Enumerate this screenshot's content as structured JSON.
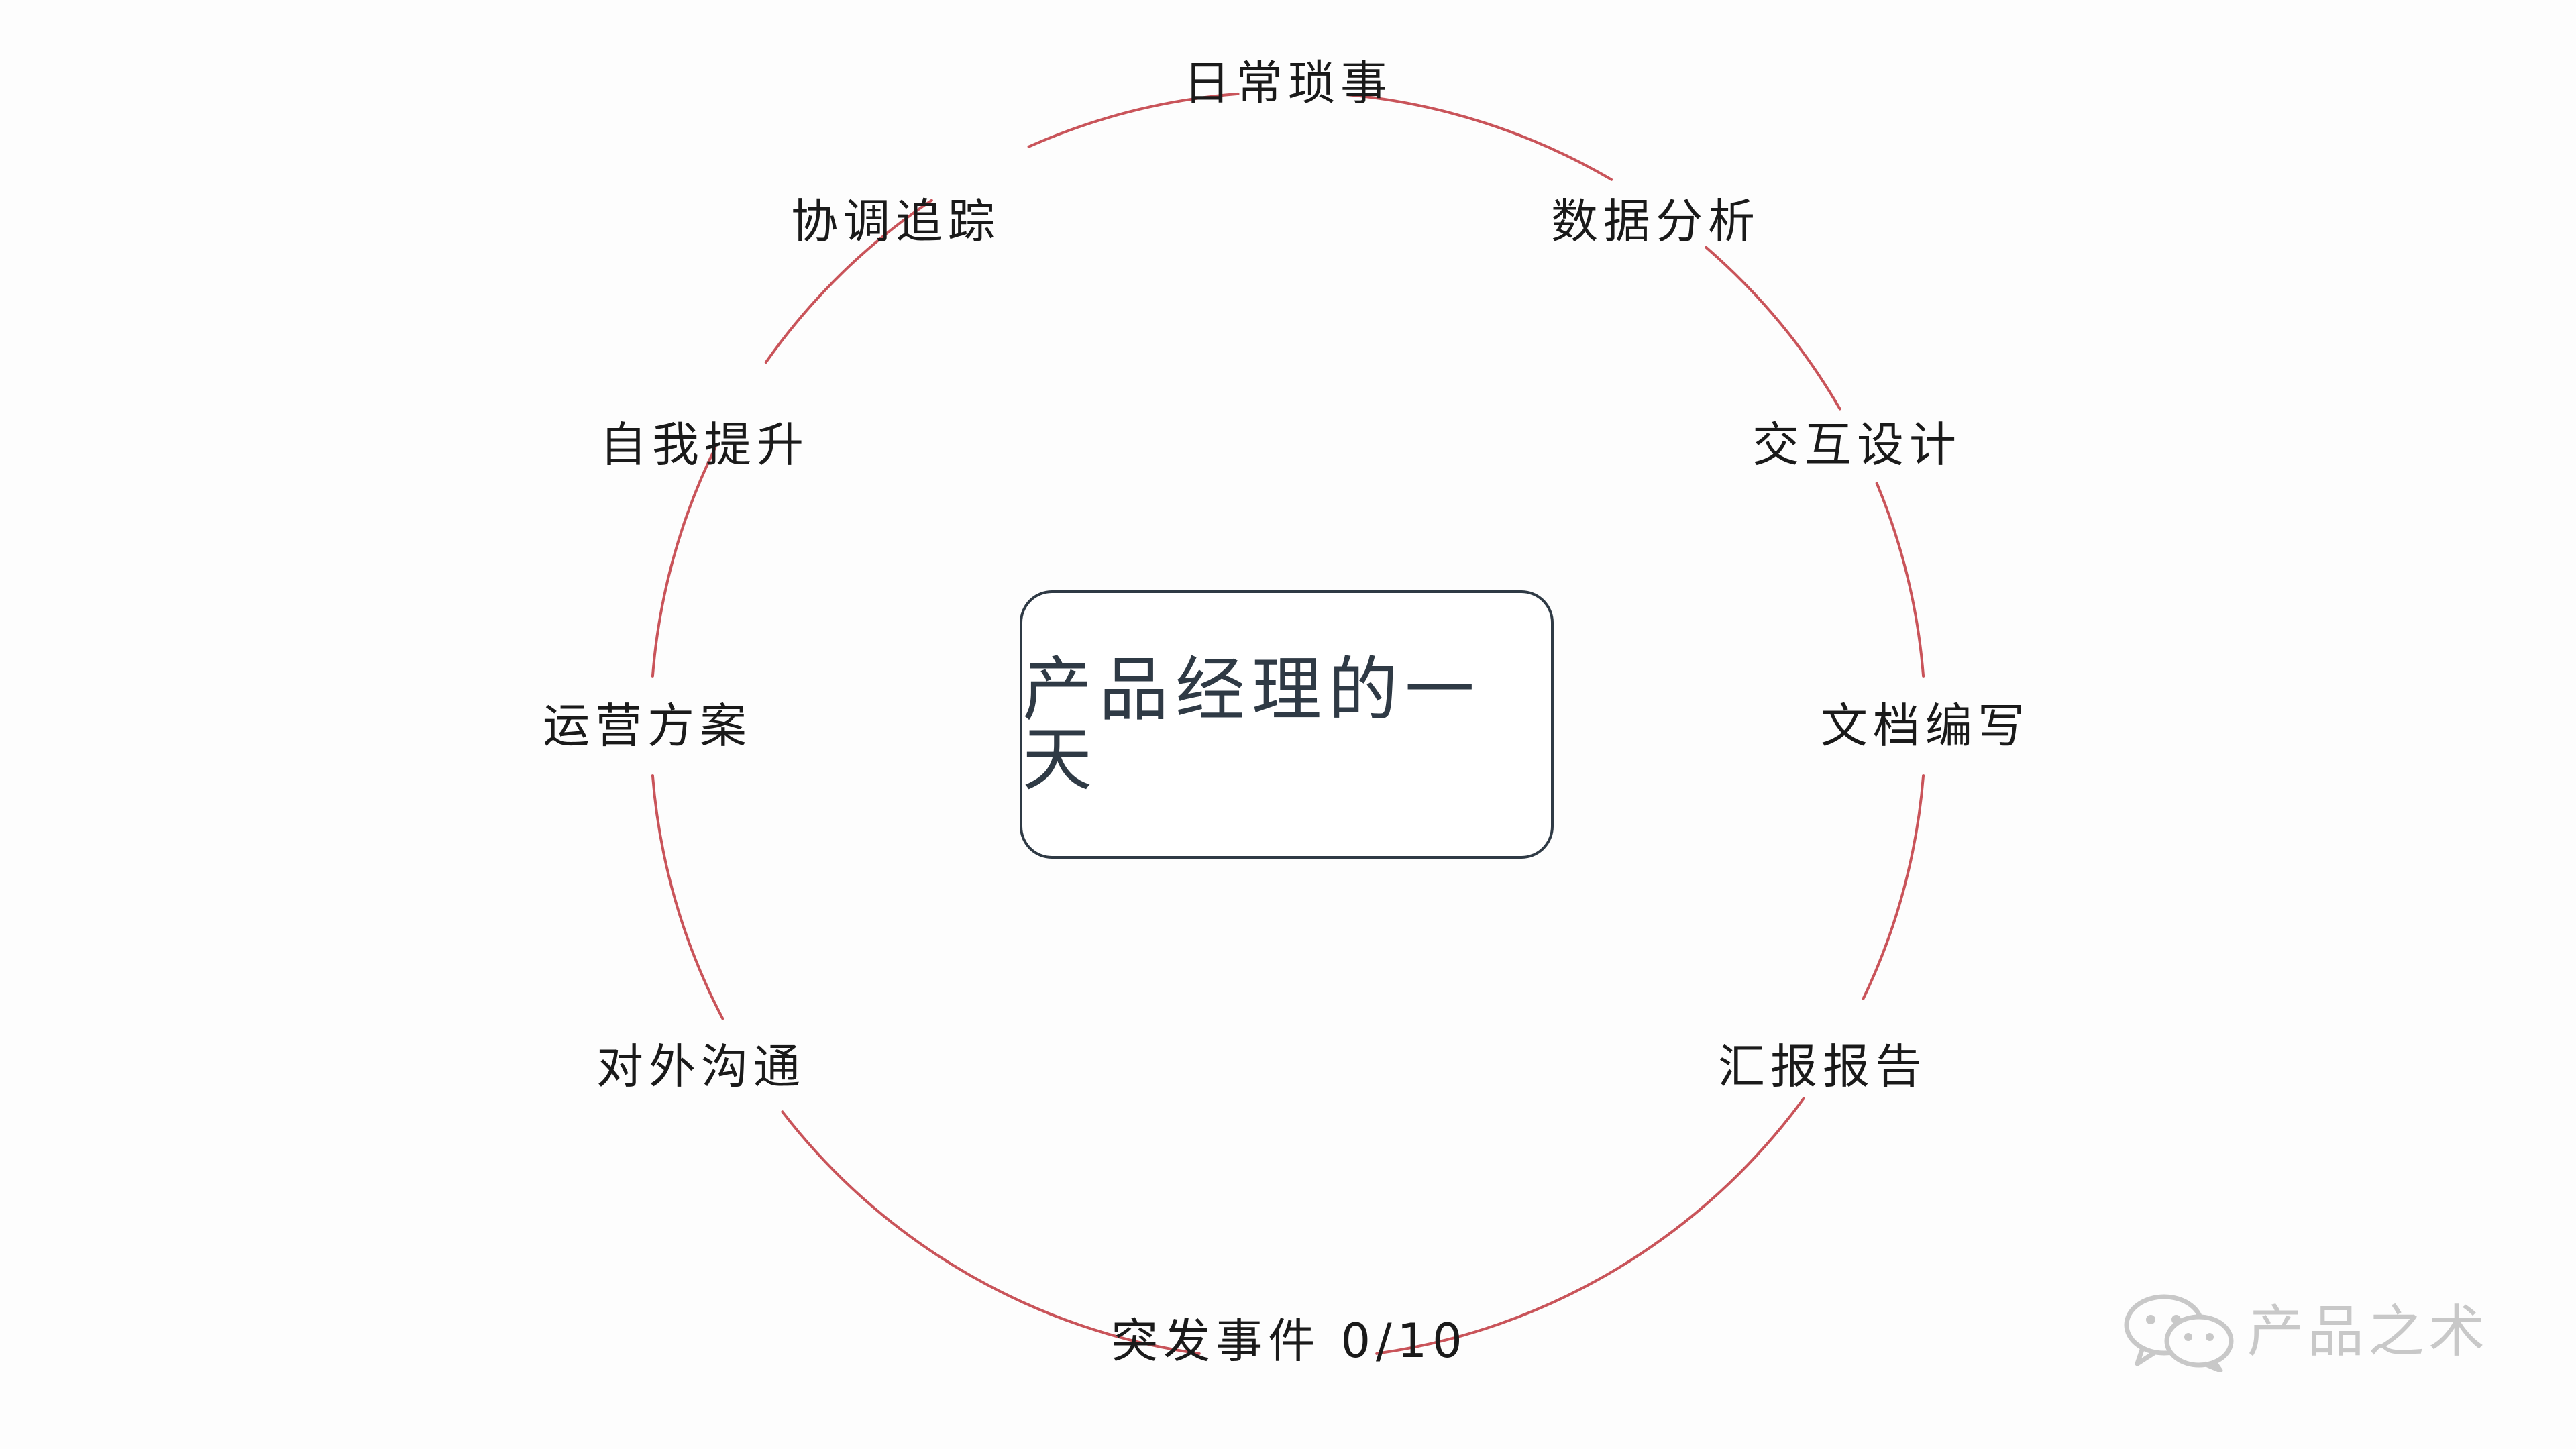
{
  "diagram": {
    "center": {
      "title": "产品经理的一天"
    },
    "nodes": [
      {
        "id": "top",
        "label": "日常琐事"
      },
      {
        "id": "upper-right",
        "label": "数据分析"
      },
      {
        "id": "right-upper",
        "label": "交互设计"
      },
      {
        "id": "right",
        "label": "文档编写"
      },
      {
        "id": "lower-right",
        "label": "汇报报告"
      },
      {
        "id": "bottom",
        "label": "突发事件 0/10"
      },
      {
        "id": "lower-left",
        "label": "对外沟通"
      },
      {
        "id": "left",
        "label": "运营方案"
      },
      {
        "id": "left-upper",
        "label": "自我提升"
      },
      {
        "id": "upper-left",
        "label": "协调追踪"
      }
    ],
    "colors": {
      "ring": "#c9545a",
      "text": "#1a1a1a",
      "center_border": "#2f3a45",
      "watermark": "#c8c8c8",
      "background": "#fdfdfd"
    }
  },
  "watermark": {
    "icon": "wechat-icon",
    "text": "产品之术"
  }
}
